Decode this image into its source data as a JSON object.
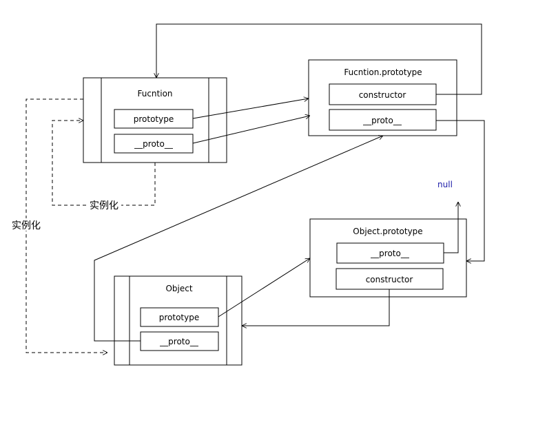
{
  "function_box": {
    "title": "Fucntion",
    "prototype_label": "prototype",
    "proto_label": "__proto__"
  },
  "function_prototype_box": {
    "title": "Fucntion.prototype",
    "constructor_label": "constructor",
    "proto_label": "__proto__"
  },
  "object_box": {
    "title": "Object",
    "prototype_label": "prototype",
    "proto_label": "__proto__"
  },
  "object_prototype_box": {
    "title": "Object.prototype",
    "proto_label": "__proto__",
    "constructor_label": "constructor"
  },
  "null_label": "null",
  "instantiation_label_inner": "实例化",
  "instantiation_label_outer": "实例化",
  "colors": {
    "null_text": "#1a1aa8",
    "stroke": "#000000"
  }
}
